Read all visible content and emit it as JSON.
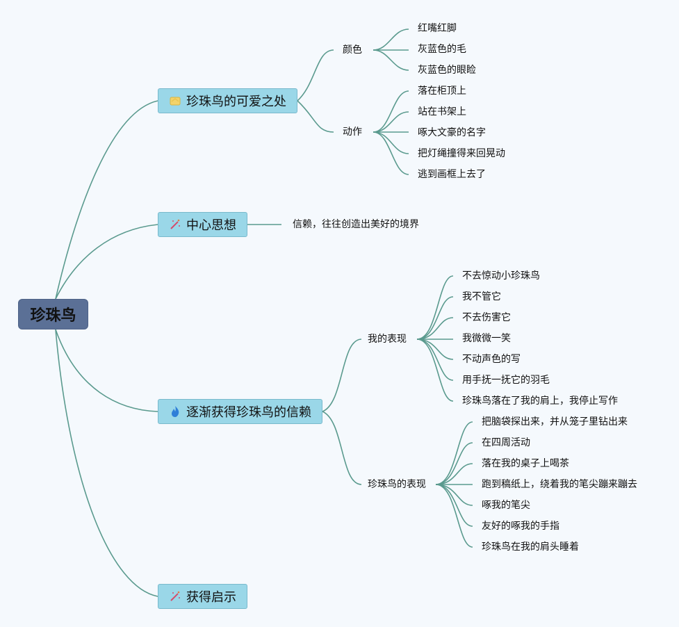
{
  "root": {
    "label": "珍珠鸟"
  },
  "branches": [
    {
      "label": "珍珠鸟的可爱之处",
      "icon": "crown-icon"
    },
    {
      "label": "中心思想",
      "icon": "magic-wand-icon"
    },
    {
      "label": "逐渐获得珍珠鸟的信赖",
      "icon": "flame-icon"
    },
    {
      "label": "获得启示",
      "icon": "magic-wand-icon"
    }
  ],
  "subs": [
    {
      "label": "颜色"
    },
    {
      "label": "动作"
    },
    {
      "label": "信赖，往往创造出美好的境界"
    },
    {
      "label": "我的表现"
    },
    {
      "label": "珍珠鸟的表现"
    }
  ],
  "leaves": {
    "color": [
      "红嘴红脚",
      "灰蓝色的毛",
      "灰蓝色的眼睑"
    ],
    "action": [
      "落在柜顶上",
      "站在书架上",
      "啄大文豪的名字",
      "把灯绳撞得来回晃动",
      "逃到画框上去了"
    ],
    "me": [
      "不去惊动小珍珠鸟",
      "我不管它",
      "不去伤害它",
      "我微微一笑",
      "不动声色的写",
      "用手抚一抚它的羽毛",
      "珍珠鸟落在了我的肩上，我停止写作"
    ],
    "bird": [
      "把脑袋探出来，并从笼子里钻出来",
      "在四周活动",
      "落在我的桌子上喝茶",
      "跑到稿纸上，绕着我的笔尖蹦来蹦去",
      "啄我的笔尖",
      "友好的啄我的手指",
      "珍珠鸟在我的肩头睡着"
    ]
  },
  "colors": {
    "edge": "#5a9a8e",
    "root_fill": "#5b7096",
    "branch_fill": "#9ad7e8",
    "background": "#f5f9fd"
  }
}
